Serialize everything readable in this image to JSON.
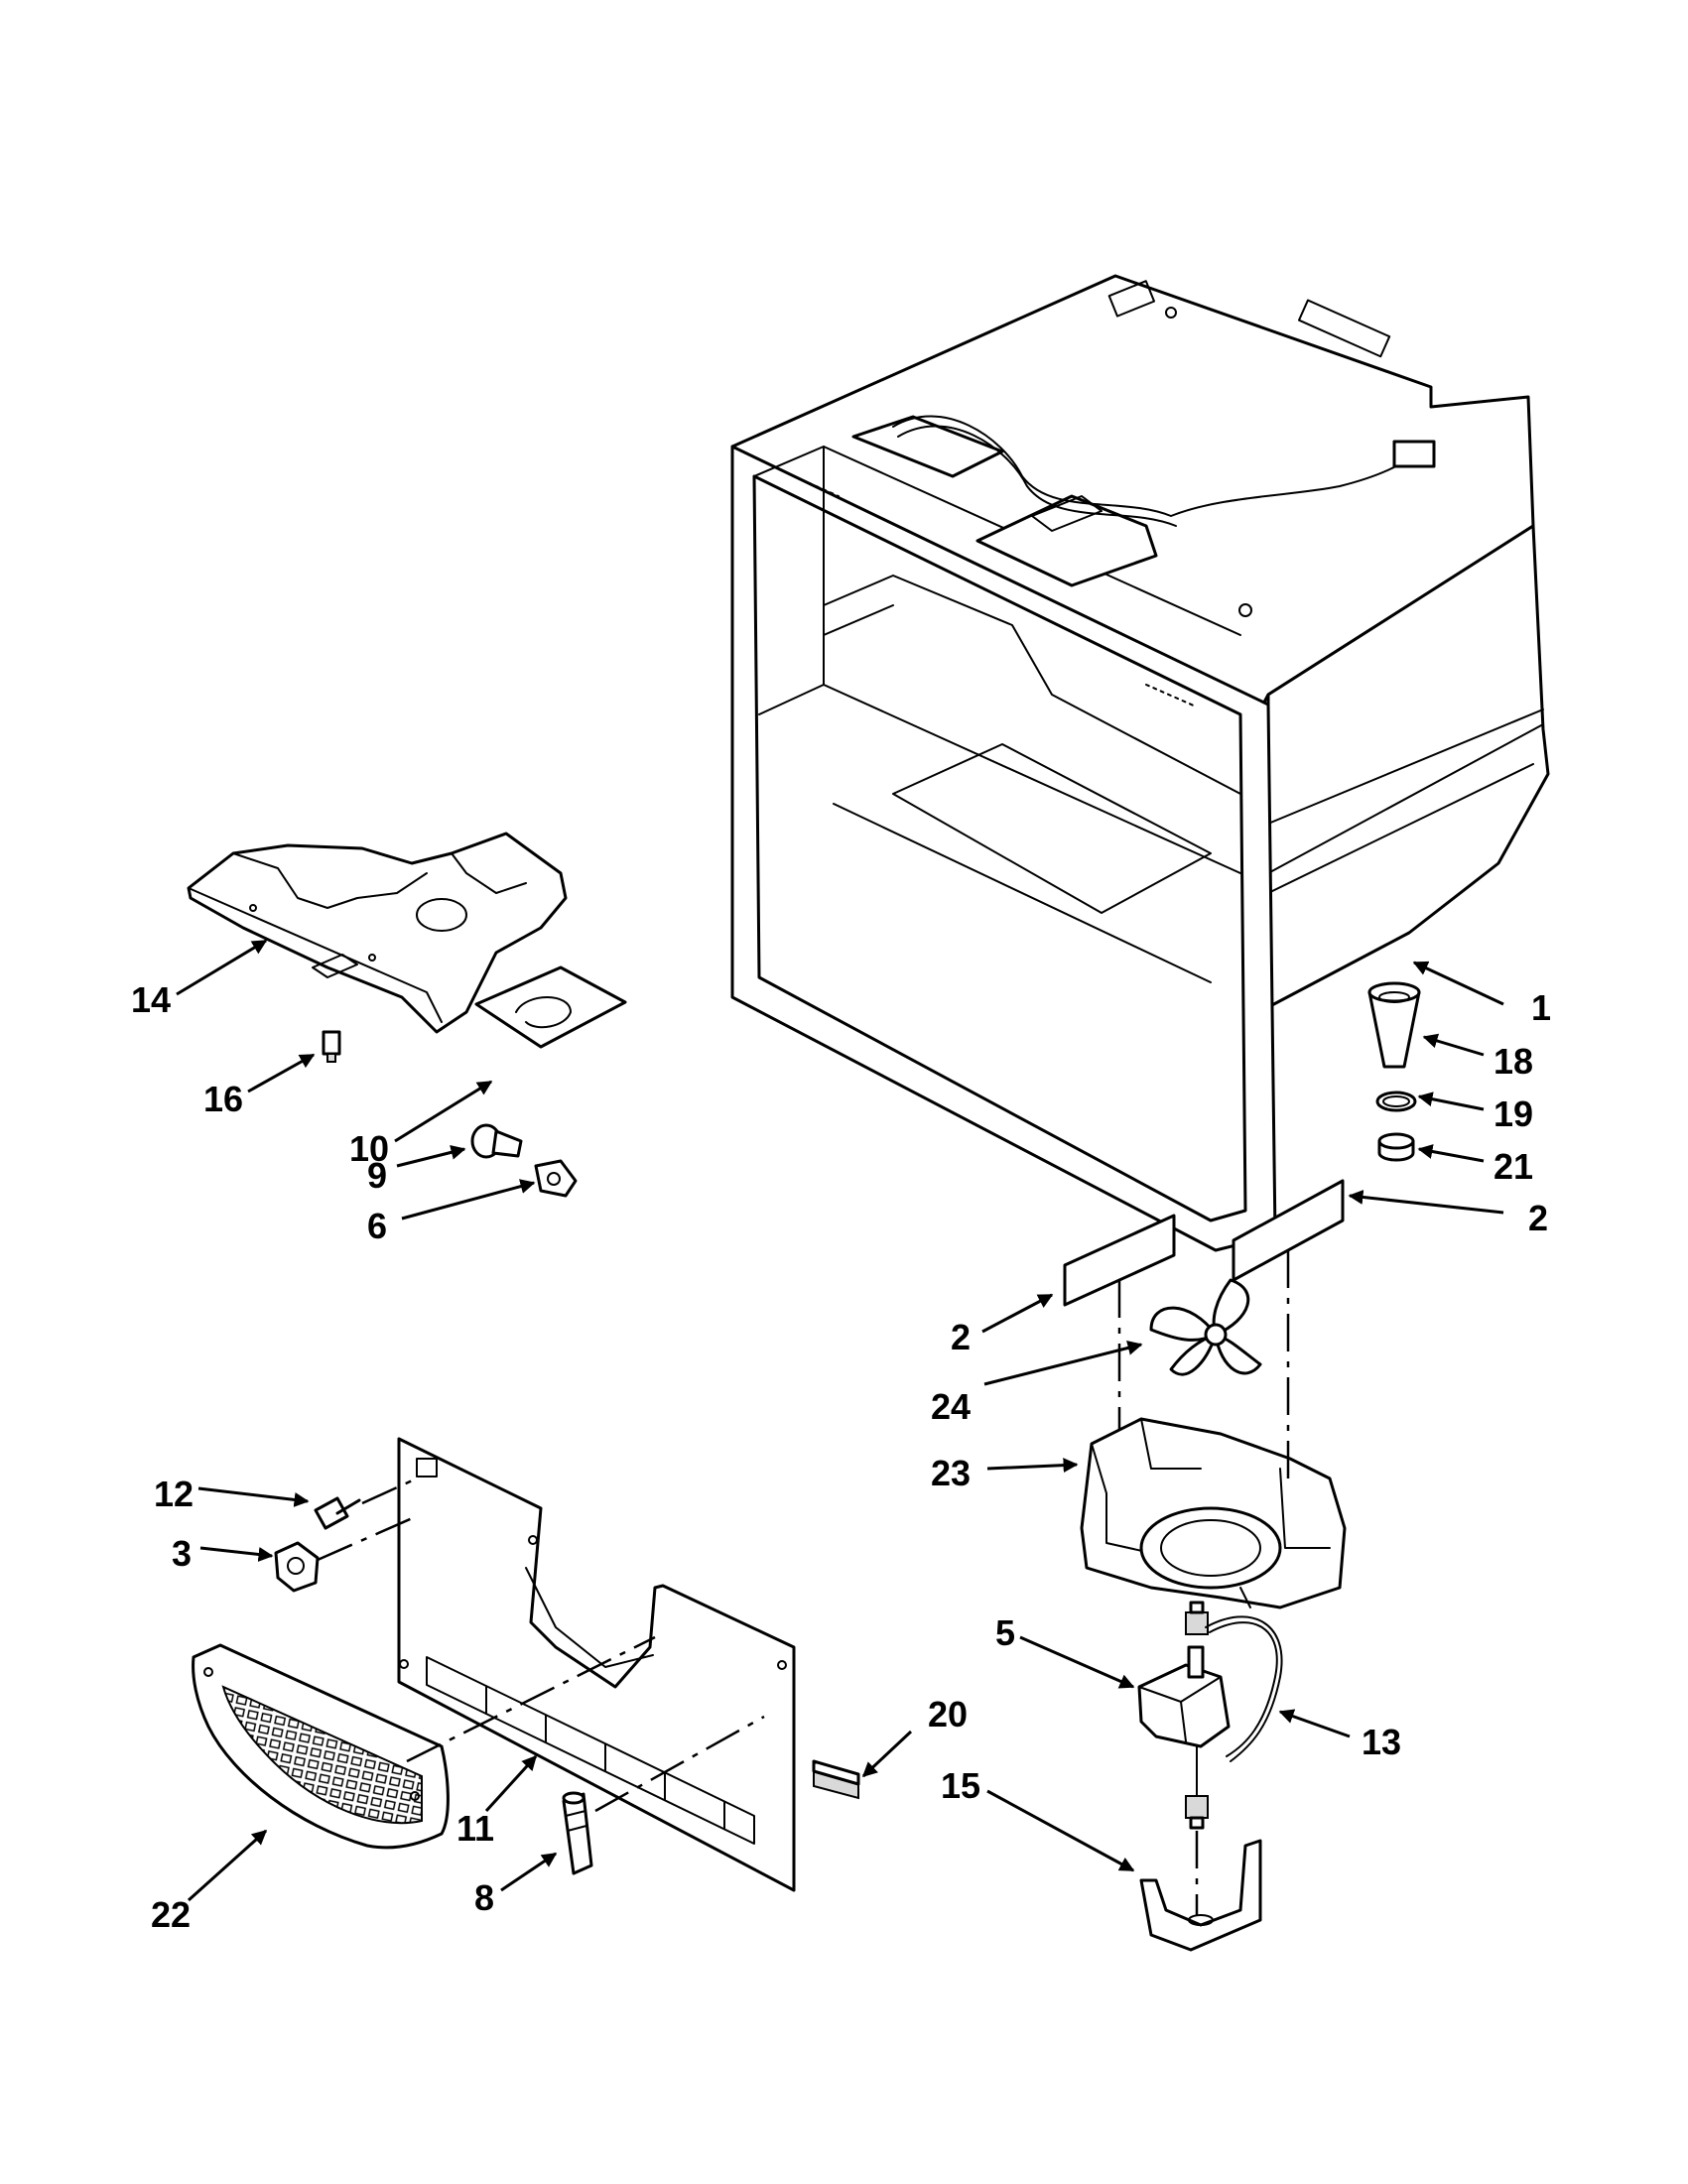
{
  "callouts": [
    {
      "label": "1"
    },
    {
      "label": "18"
    },
    {
      "label": "19"
    },
    {
      "label": "21"
    },
    {
      "label": "2"
    },
    {
      "label": "2"
    },
    {
      "label": "24"
    },
    {
      "label": "23"
    },
    {
      "label": "5"
    },
    {
      "label": "13"
    },
    {
      "label": "15"
    },
    {
      "label": "20"
    },
    {
      "label": "14"
    },
    {
      "label": "16"
    },
    {
      "label": "10"
    },
    {
      "label": "9"
    },
    {
      "label": "6"
    },
    {
      "label": "12"
    },
    {
      "label": "3"
    },
    {
      "label": "11"
    },
    {
      "label": "8"
    },
    {
      "label": "22"
    }
  ]
}
